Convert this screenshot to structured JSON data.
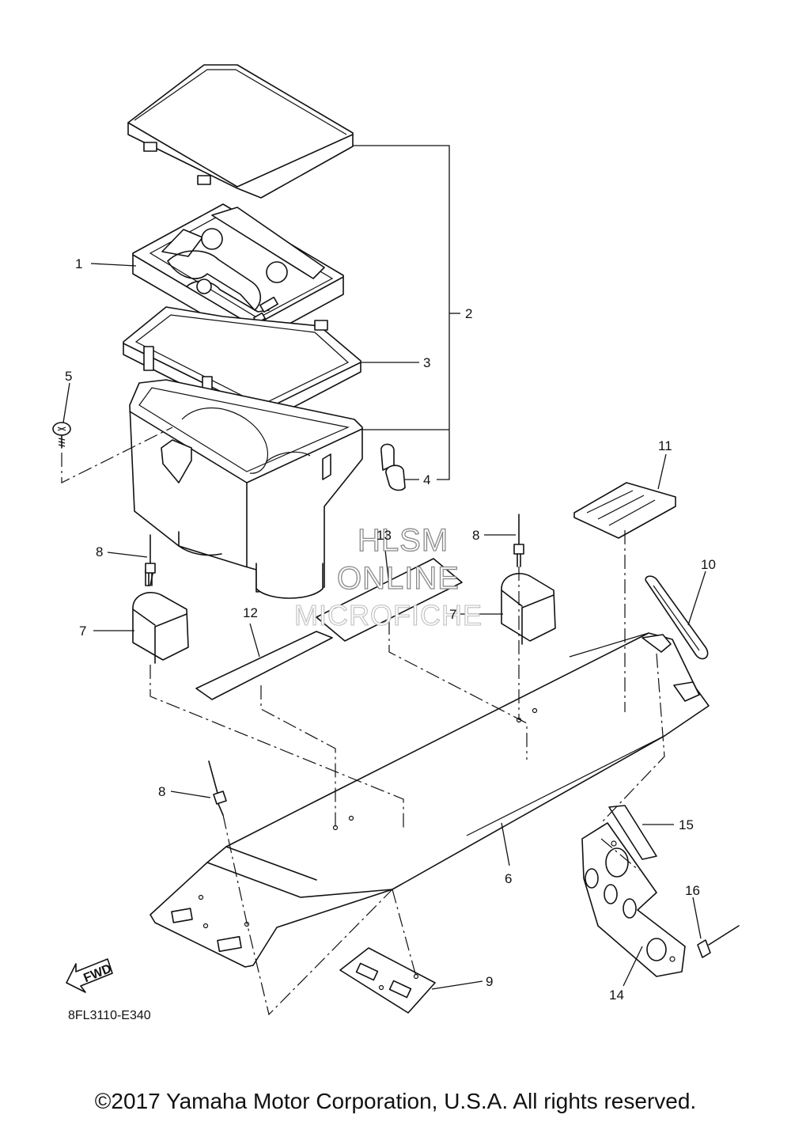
{
  "callouts": {
    "c1": "1",
    "c2": "2",
    "c3": "3",
    "c4": "4",
    "c5": "5",
    "c6": "6",
    "c7a": "7",
    "c7b": "7",
    "c8a": "8",
    "c8b": "8",
    "c8c": "8",
    "c9": "9",
    "c10": "10",
    "c11": "11",
    "c12": "12",
    "c13": "13",
    "c14": "14",
    "c15": "15",
    "c16": "16"
  },
  "fwd_label": "FWD",
  "diagram_code": "8FL3110-E340",
  "watermark": {
    "line1": "HLSM",
    "line2": "ONLINE",
    "line3": "MICROFICHE"
  },
  "copyright": "©2017 Yamaha Motor Corporation, U.S.A. All rights reserved."
}
